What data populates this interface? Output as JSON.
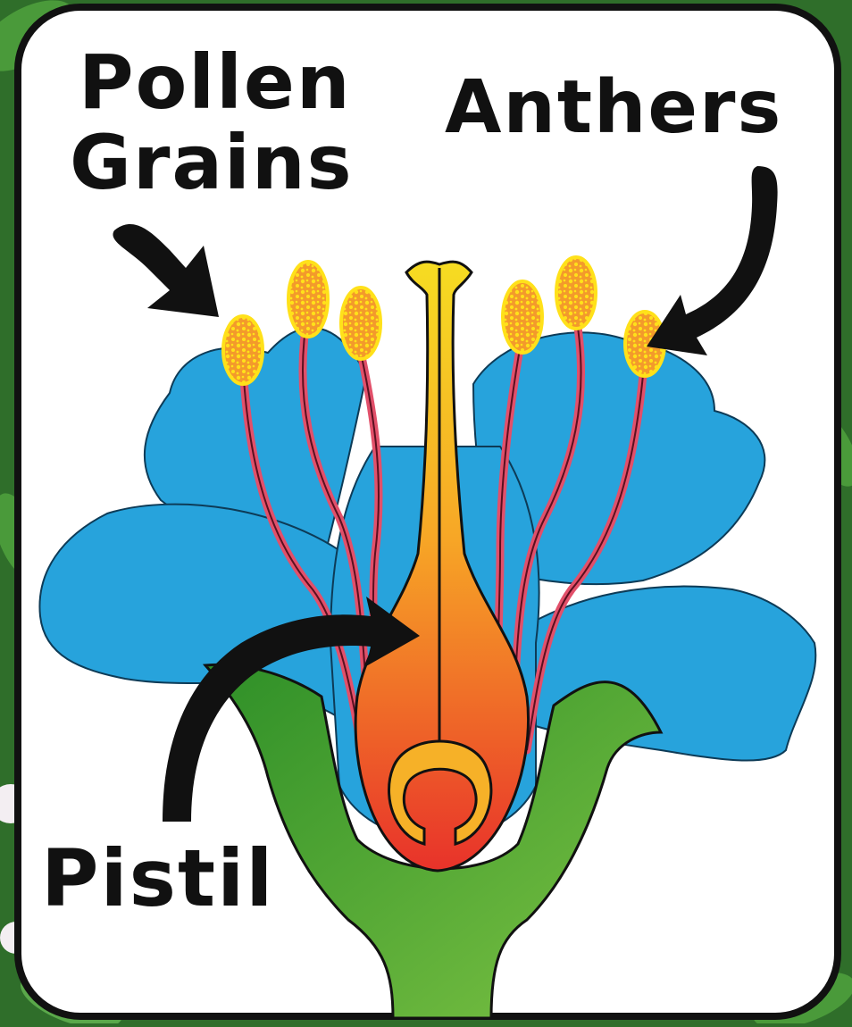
{
  "labels": {
    "pollen_line1": "Pollen",
    "pollen_line2": "Grains",
    "anthers": "Anthers",
    "pistil": "Pistil"
  },
  "colors": {
    "card_background": "#ffffff",
    "card_border": "#111111",
    "petals": "#27a3dc",
    "sepals": "#3f9e2f",
    "filaments": "#e2506a",
    "anthers": "#f39a2b",
    "pollen": "#ffe11a",
    "pistil_top": "#f4d21e",
    "pistil_bottom": "#e8322a",
    "arrows": "#111111",
    "leafy_border": "#2f6e2a"
  },
  "icons": [
    "flower-diagram",
    "arrow-icon"
  ]
}
